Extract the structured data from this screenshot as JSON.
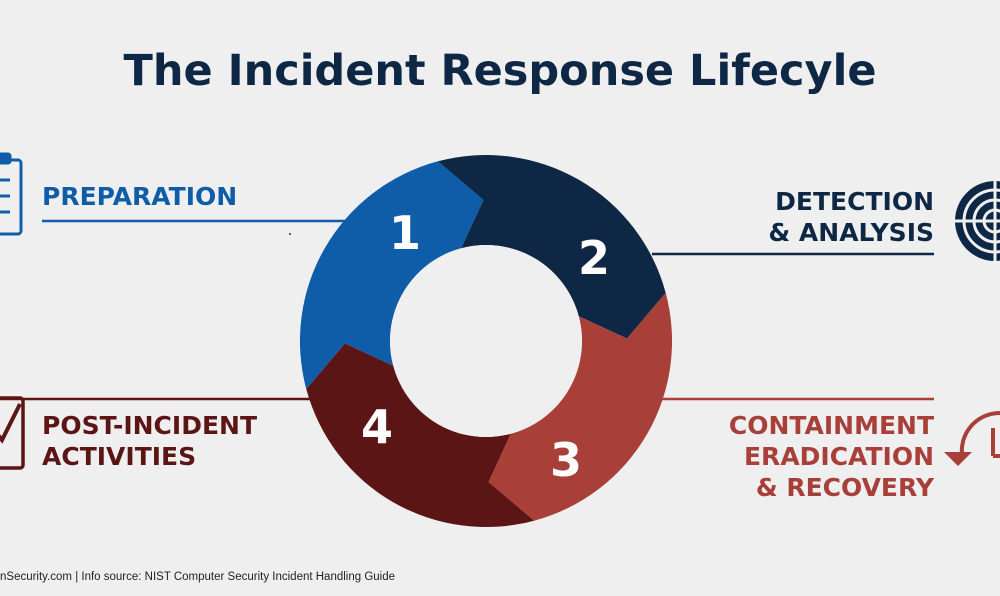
{
  "title": "The Incident Response Lifecyle",
  "colors": {
    "preparation": "#0f5ca8",
    "detection": "#0e2744",
    "containment": "#a83f38",
    "post_incident": "#5c1515",
    "background": "#efefef"
  },
  "phases": [
    {
      "number": "1",
      "lines": [
        "PREPARATION"
      ],
      "icon": "clipboard-icon"
    },
    {
      "number": "2",
      "lines": [
        "DETECTION",
        "& ANALYSIS"
      ],
      "icon": "radar-target-icon"
    },
    {
      "number": "3",
      "lines": [
        "CONTAINMENT",
        "ERADICATION",
        "& RECOVERY"
      ],
      "icon": "restore-clock-icon"
    },
    {
      "number": "4",
      "lines": [
        "POST-INCIDENT",
        "ACTIVITIES"
      ],
      "icon": "checklist-icon"
    }
  ],
  "footer": "nSecurity.com | Info source: NIST Computer Security Incident Handling Guide"
}
